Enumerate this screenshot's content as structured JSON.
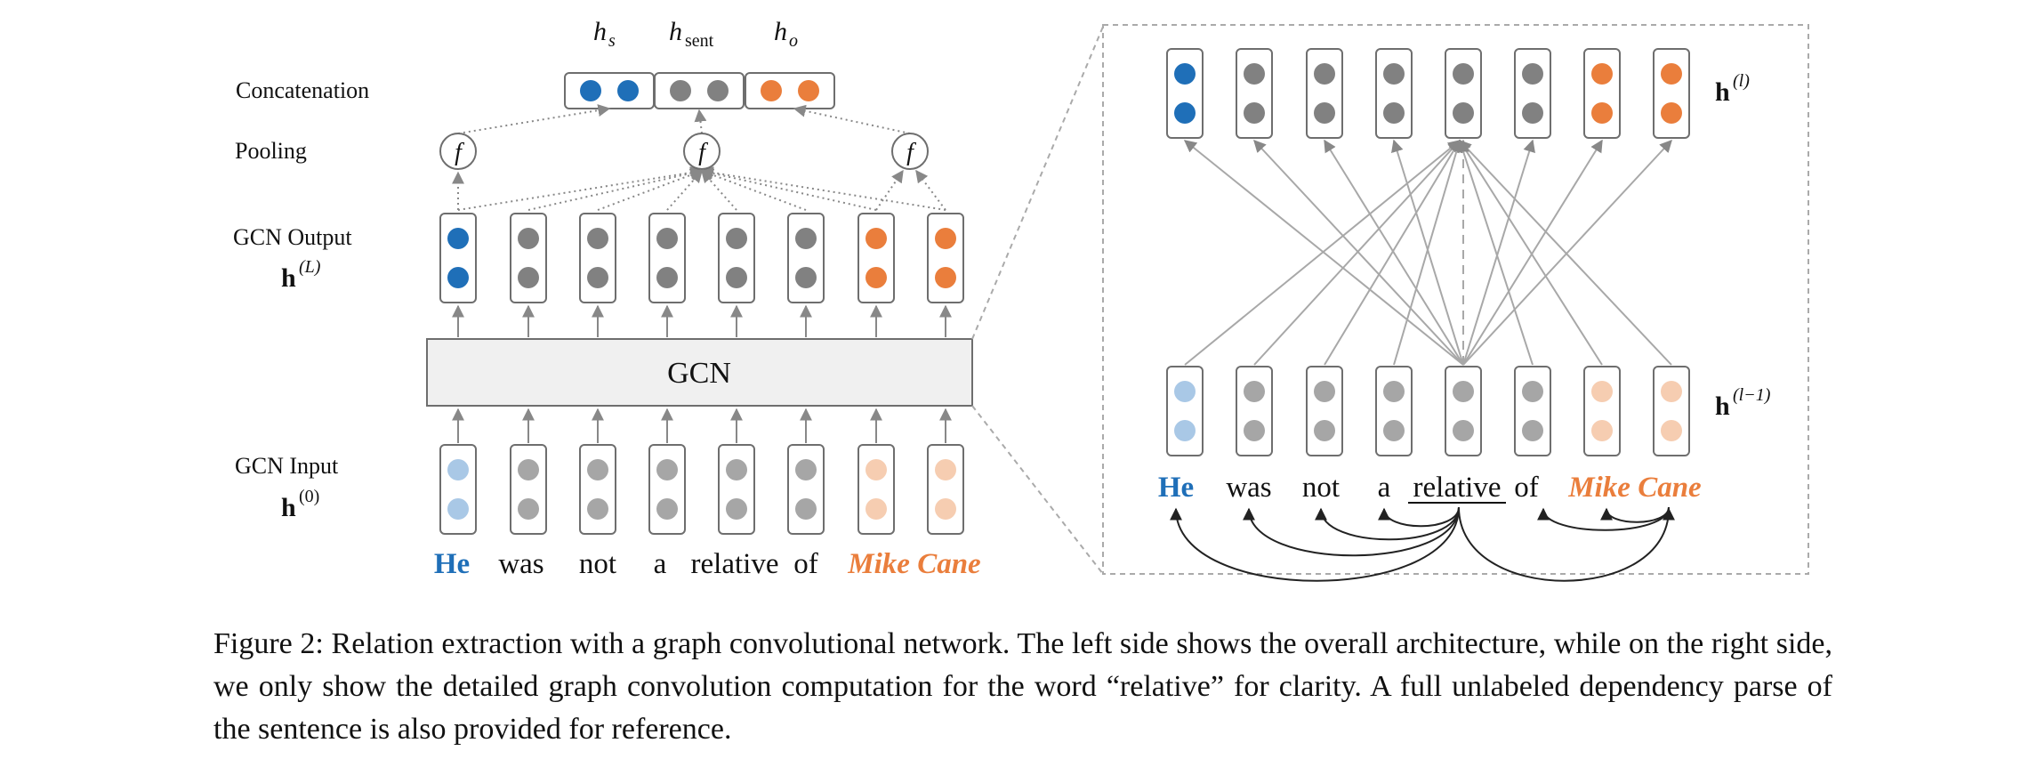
{
  "colors": {
    "blue": "#1f6fb8",
    "blue_light": "#a9c8e6",
    "orange": "#ea7e3c",
    "orange_light": "#f6cdb1",
    "gray": "#818181",
    "gray_light": "#a6a6a6"
  },
  "left": {
    "labels": {
      "concatenation": "Concatenation",
      "pooling": "Pooling",
      "gcn_output": "GCN Output",
      "gcn_output_symbol": "h(L)",
      "gcn_input": "GCN Input",
      "gcn_input_symbol": "h(0)",
      "gcn_box": "GCN"
    },
    "concat_labels": [
      "h_s",
      "h_sent",
      "h_o"
    ],
    "pool_symbol": "f",
    "output_colors": [
      "blue",
      "gray",
      "gray",
      "gray",
      "gray",
      "gray",
      "orange",
      "orange"
    ],
    "input_colors": [
      "blue_light",
      "gray_light",
      "gray_light",
      "gray_light",
      "gray_light",
      "gray_light",
      "orange_light",
      "orange_light"
    ]
  },
  "sentence": [
    {
      "text": "He",
      "color": "blue"
    },
    {
      "text": "was",
      "color": "black"
    },
    {
      "text": "not",
      "color": "black"
    },
    {
      "text": "a",
      "color": "black"
    },
    {
      "text": "relative",
      "color": "black"
    },
    {
      "text": "of",
      "color": "black"
    },
    {
      "text": "Mike Cane",
      "color": "orange"
    }
  ],
  "right": {
    "top_symbol": "h(l)",
    "bottom_symbol": "h(l−1)",
    "top_colors": [
      "blue",
      "gray",
      "gray",
      "gray",
      "gray",
      "gray",
      "orange",
      "orange"
    ],
    "bottom_colors": [
      "blue_light",
      "gray_light",
      "gray_light",
      "gray_light",
      "gray_light",
      "gray_light",
      "orange_light",
      "orange_light"
    ]
  },
  "caption": "Figure 2: Relation extraction with a graph convolutional network. The left side shows the overall architecture, while on the right side, we only show the detailed graph convolution computation for the word “relative” for clarity. A full unlabeled dependency parse of the sentence is also provided for reference."
}
